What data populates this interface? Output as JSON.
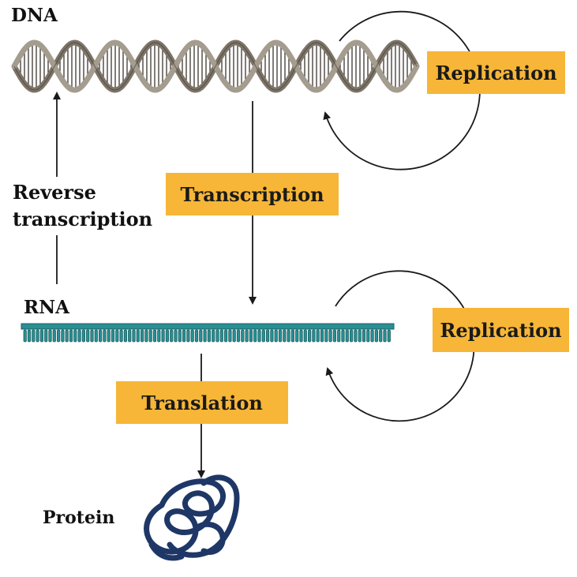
{
  "labels": {
    "dna": "DNA",
    "rna": "RNA",
    "protein": "Protein",
    "reverse_line1": "Reverse",
    "reverse_line2": "transcription"
  },
  "boxes": {
    "replication_dna": "Replication",
    "transcription": "Transcription",
    "replication_rna": "Replication",
    "translation": "Translation"
  },
  "colors": {
    "box_fill": "#F7B637",
    "dna_strand": "#7d7468",
    "dna_rungs": "#3b362f",
    "rna": "#2a8f93",
    "protein": "#1e3766",
    "arrow": "#1a1a1a"
  }
}
